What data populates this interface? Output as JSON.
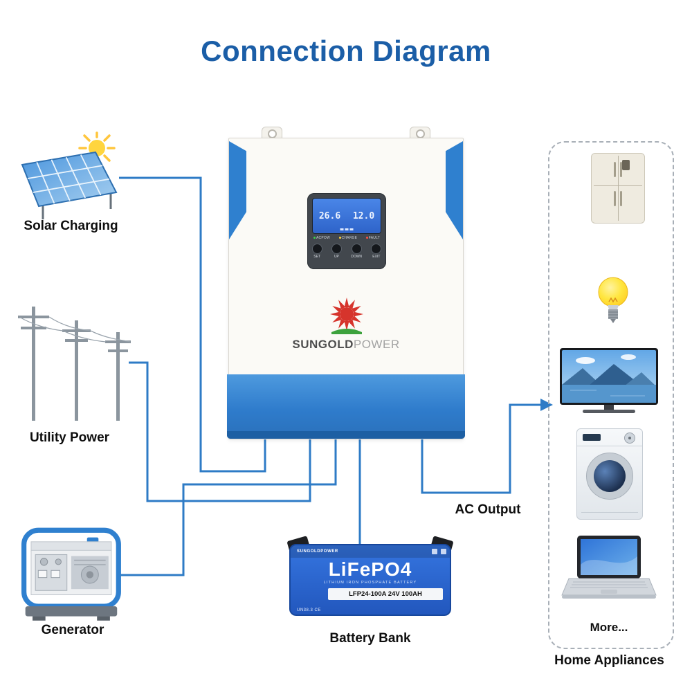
{
  "title": "Connection Diagram",
  "labels": {
    "solar": "Solar Charging",
    "utility": "Utility Power",
    "generator": "Generator",
    "battery": "Battery Bank",
    "ac_output": "AC Output",
    "more": "More...",
    "home_appliances": "Home Appliances"
  },
  "inverter": {
    "brand_bold": "SUNGOLD",
    "brand_light": "POWER",
    "lcd": {
      "value_left": "26.6",
      "value_right": "12.0",
      "status": [
        "ACPOW",
        "CHARGE",
        "FAULT"
      ],
      "buttons": [
        "SET",
        "UP",
        "DOWN",
        "EXIT"
      ]
    }
  },
  "battery": {
    "brand": "SUNGOLDPOWER",
    "model": "LiFePO4",
    "subtitle": "LITHIUM IRON PHOSPHATE BATTERY",
    "spec": "LFP24-100A  24V 100AH",
    "cert": "UN38.3  CE"
  },
  "colors": {
    "title": "#1b5ea7",
    "wire": "#2e7bc6",
    "inverter_blue": "#2f80cf",
    "battery_blue": "#2b63c6"
  }
}
